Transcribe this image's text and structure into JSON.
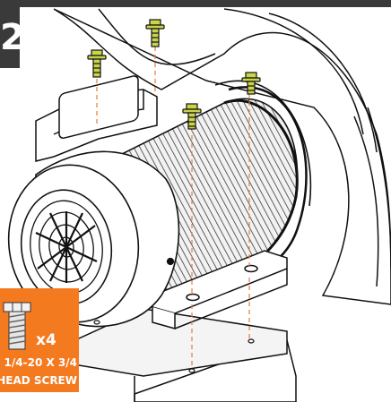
{
  "step": {
    "number": "2"
  },
  "hardware": {
    "quantity": "x4",
    "size": "1/4-20 X 3/4",
    "type": "HEAD SCREW"
  },
  "colors": {
    "accent": "#f47a20",
    "header": "#3a3a3a",
    "screw_head": "#c9d44a",
    "guide_line": "#e87a3a"
  }
}
